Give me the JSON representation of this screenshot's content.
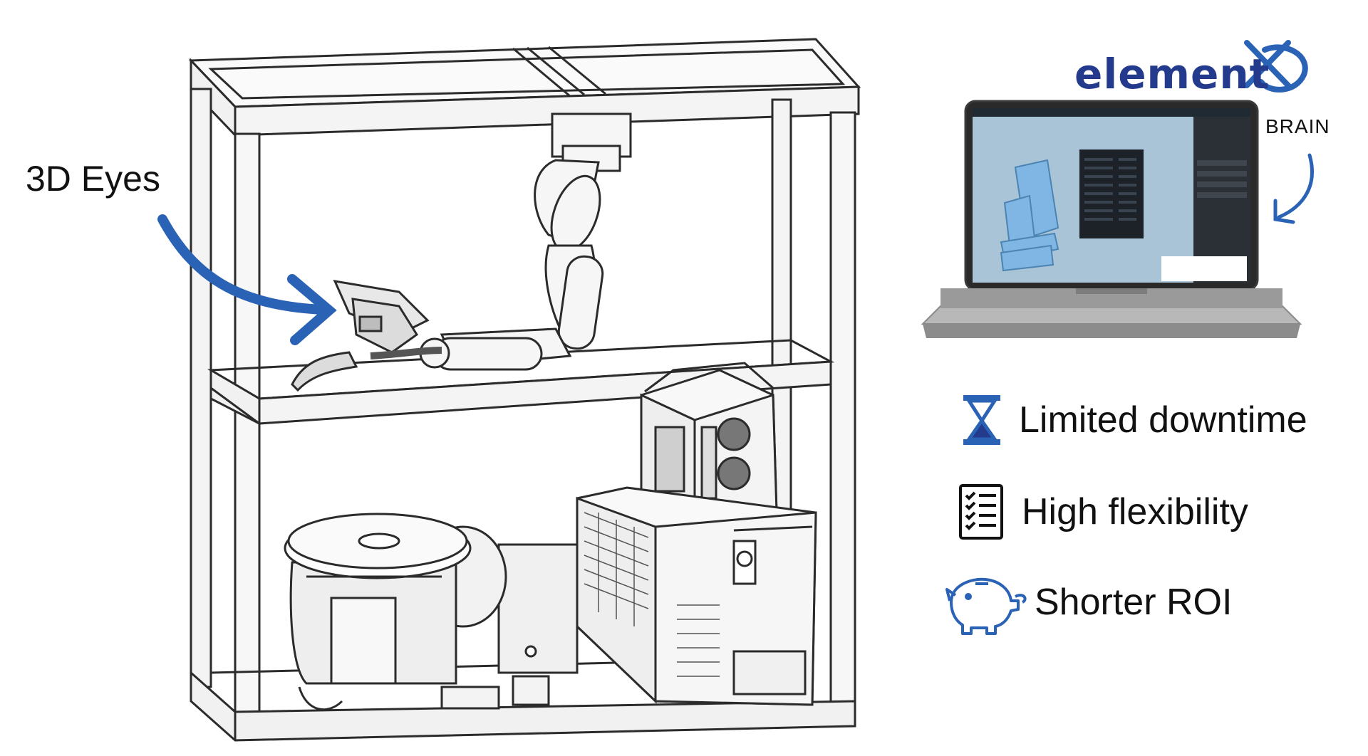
{
  "labels": {
    "eyes": "3D Eyes",
    "brain": "BRAIN",
    "logo": "element"
  },
  "benefits": [
    {
      "text": "Limited downtime",
      "icon": "hourglass-icon"
    },
    {
      "text": "High flexibility",
      "icon": "checklist-icon"
    },
    {
      "text": "Shorter ROI",
      "icon": "piggy-bank-icon"
    }
  ],
  "colors": {
    "accent": "#2a63b5",
    "line": "#2b2b2b",
    "screen_bg": "#a9c4d6",
    "part": "#7fb6e3"
  }
}
